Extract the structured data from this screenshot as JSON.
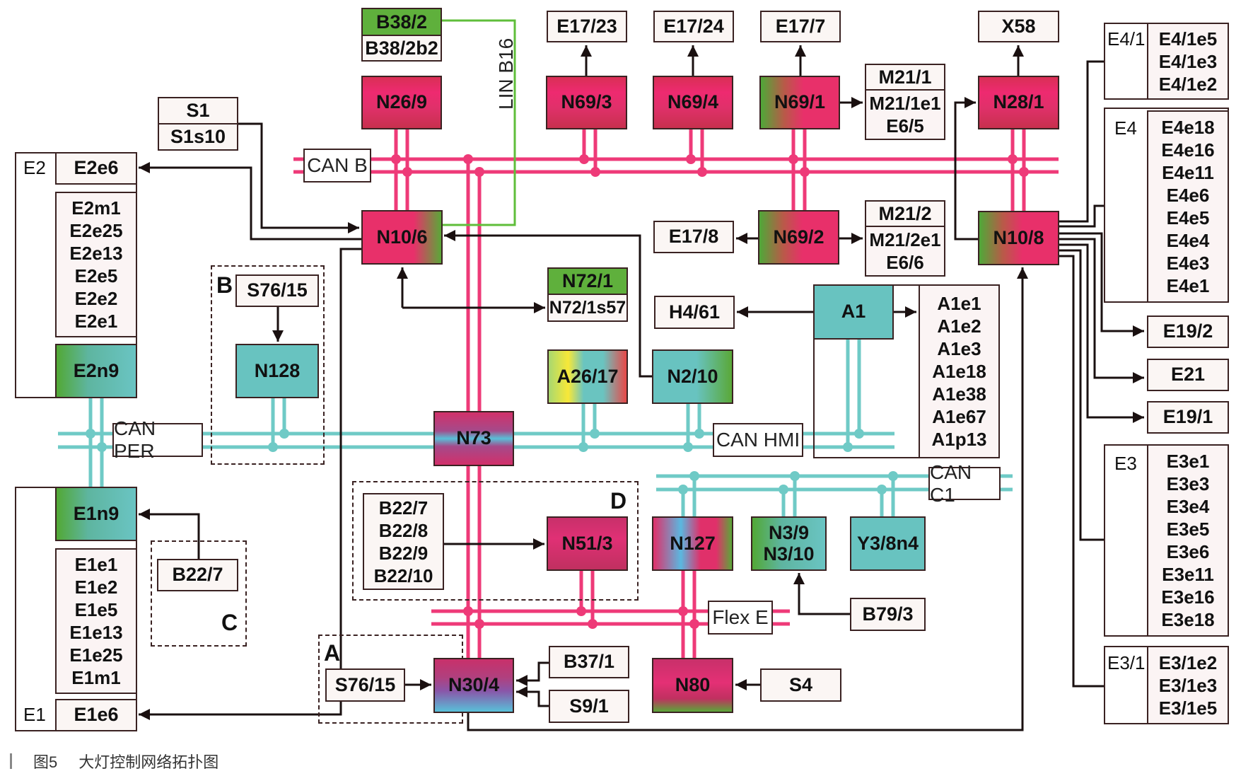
{
  "caption": {
    "figure_no": "图5",
    "title": "大灯控制网络拓扑图"
  },
  "colors": {
    "can_b": "#ee3a78",
    "can_per": "#6fcac6",
    "wire": "#2a1a1a",
    "lin": "#5fbe3a"
  },
  "buses": {
    "can_b": "CAN B",
    "can_per": "CAN PER",
    "can_hmi": "CAN HMI",
    "can_c1": "CAN C1",
    "flex_e": "Flex E",
    "lin_b16": "LIN B16"
  },
  "groups": {
    "a": "A",
    "b": "B",
    "c": "C",
    "d": "D"
  },
  "modules": {
    "b38_2": "B38/2",
    "b38_2b2": "B38/2b2",
    "n26_9": "N26/9",
    "n69_3": "N69/3",
    "n69_4": "N69/4",
    "n69_1": "N69/1",
    "n28_1": "N28/1",
    "e17_23": "E17/23",
    "e17_24": "E17/24",
    "e17_7": "E17/7",
    "x58": "X58",
    "m21_1": "M21/1",
    "m21_1_items": [
      "M21/1e1",
      "E6/5"
    ],
    "m21_2": "M21/2",
    "m21_2_items": [
      "M21/2e1",
      "E6/6"
    ],
    "s1": "S1",
    "s1s10": "S1s10",
    "n10_6": "N10/6",
    "n69_2": "N69/2",
    "e17_8": "E17/8",
    "n10_8": "N10/8",
    "n72_1": "N72/1",
    "n72_1s57": "N72/1s57",
    "h4_61": "H4/61",
    "a1": "A1",
    "a1_items": [
      "A1e1",
      "A1e2",
      "A1e3",
      "A1e18",
      "A1e38",
      "A1e67",
      "A1p13"
    ],
    "a26_17": "A26/17",
    "n2_10": "N2/10",
    "n73": "N73",
    "s76_15_b": "S76/15",
    "n128": "N128",
    "b22_list": [
      "B22/7",
      "B22/8",
      "B22/9",
      "B22/10"
    ],
    "n51_3": "N51/3",
    "n127": "N127",
    "n3_9_10": [
      "N3/9",
      "N3/10"
    ],
    "y3_8n4": "Y3/8n4",
    "b79_3": "B79/3",
    "s76_15_a": "S76/15",
    "n30_4": "N30/4",
    "b37_1": "B37/1",
    "s9_1": "S9/1",
    "n80": "N80",
    "s4": "S4",
    "b22_7_c": "B22/7",
    "e19_2": "E19/2",
    "e21": "E21",
    "e19_1": "E19/1"
  },
  "lamp_units": {
    "e2": {
      "label": "E2",
      "top_item": "E2e6",
      "items": [
        "E2m1",
        "E2e25",
        "E2e13",
        "E2e5",
        "E2e2",
        "E2e1"
      ],
      "controller": "E2n9"
    },
    "e1": {
      "label": "E1",
      "bottom_item": "E1e6",
      "items": [
        "E1e1",
        "E1e2",
        "E1e5",
        "E1e13",
        "E1e25",
        "E1m1"
      ],
      "controller": "E1n9"
    },
    "e4_1": {
      "label": "E4/1",
      "items": [
        "E4/1e5",
        "E4/1e3",
        "E4/1e2"
      ]
    },
    "e4": {
      "label": "E4",
      "items": [
        "E4e18",
        "E4e16",
        "E4e11",
        "E4e6",
        "E4e5",
        "E4e4",
        "E4e3",
        "E4e1"
      ]
    },
    "e3": {
      "label": "E3",
      "items": [
        "E3e1",
        "E3e3",
        "E3e4",
        "E3e5",
        "E3e6",
        "E3e11",
        "E3e16",
        "E3e18"
      ]
    },
    "e3_1": {
      "label": "E3/1",
      "items": [
        "E3/1e2",
        "E3/1e3",
        "E3/1e5"
      ]
    }
  }
}
